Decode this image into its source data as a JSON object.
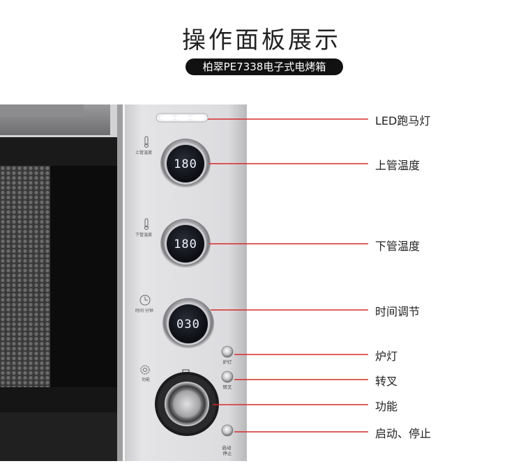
{
  "header": {
    "title": "操作面板展示",
    "subtitle": "柏翠PE7338电子式电烤箱"
  },
  "panel": {
    "knob_upper": {
      "label": "上管温度",
      "display": "180"
    },
    "knob_lower": {
      "label": "下管温度",
      "display": "180"
    },
    "knob_timer": {
      "label": "时间·分钟",
      "display": "030"
    },
    "function_knob_label": "功能",
    "btn_lamp_label": "炉灯",
    "btn_rotisserie_label": "转叉",
    "btn_start_label": "启动\n停止"
  },
  "callouts": [
    {
      "label": "LED跑马灯"
    },
    {
      "label": "上管温度"
    },
    {
      "label": "下管温度"
    },
    {
      "label": "时间调节"
    },
    {
      "label": "炉灯"
    },
    {
      "label": "转叉"
    },
    {
      "label": "功能"
    },
    {
      "label": "启动、停止"
    }
  ],
  "colors": {
    "callout_line": "#d62b2b",
    "display_digits": "#f2f4ff",
    "panel": "#d9d9dc",
    "pill_bg": "#111111"
  }
}
